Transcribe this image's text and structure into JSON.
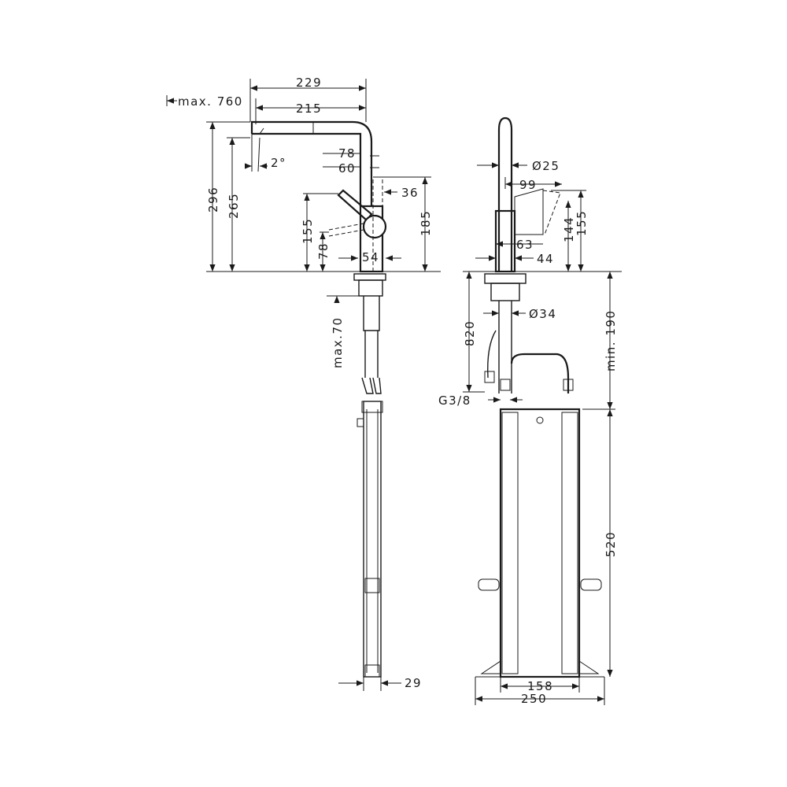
{
  "drawing": {
    "side_view": {
      "dim_229": "229",
      "dim_max760": "max. 760",
      "dim_215": "215",
      "dim_2deg": "2°",
      "dim_78_top": "78",
      "dim_60": "60",
      "dim_36": "36",
      "dim_296": "296",
      "dim_265": "265",
      "dim_155": "155",
      "dim_78_side": "78",
      "dim_185": "185",
      "dim_54": "54",
      "dim_max70": "max.70",
      "dim_29": "29"
    },
    "front_view": {
      "dim_d25": "Ø25",
      "dim_99": "99",
      "dim_144": "144",
      "dim_155": "155",
      "dim_63": "63",
      "dim_44": "44",
      "dim_d34": "Ø34",
      "dim_820": "820",
      "dim_min190": "min. 190",
      "dim_g38": "G3/8",
      "dim_520": "520",
      "dim_158": "158",
      "dim_250": "250"
    }
  }
}
